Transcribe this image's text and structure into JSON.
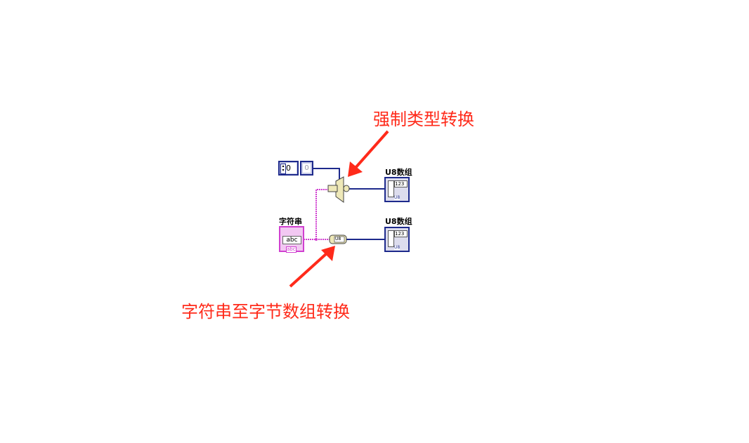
{
  "annotations": {
    "type_cast": "强制类型转换",
    "string_to_byte_array": "字符串至字节数组转换"
  },
  "array_constant": {
    "index": "0",
    "element": "0"
  },
  "string_control": {
    "label": "字符串",
    "type_text": "abc",
    "footer": "abc"
  },
  "indicators": [
    {
      "label": "U8数组",
      "index_text": "123",
      "type": "U8"
    },
    {
      "label": "U8数组",
      "index_text": "123",
      "type": "U8"
    }
  ],
  "string_to_byte_node": {
    "text": "U8"
  },
  "colors": {
    "annotation": "#ff2a1a",
    "u8_wire": "#1e2a8c",
    "string_wire": "#d040d0"
  }
}
